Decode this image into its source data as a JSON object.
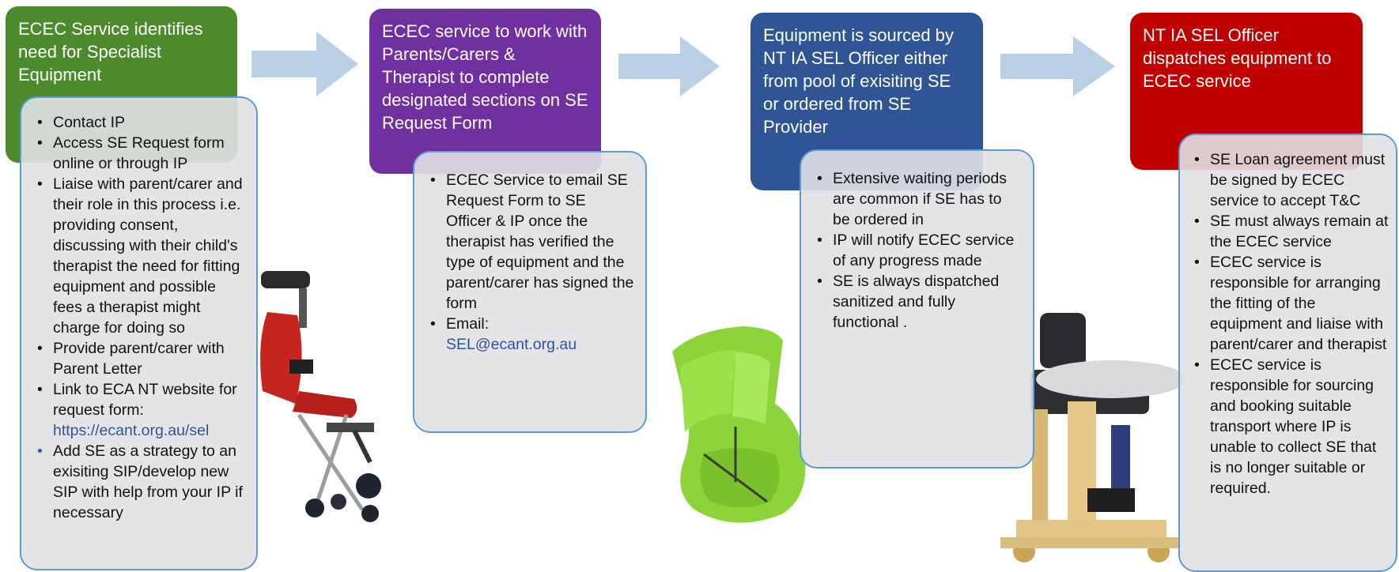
{
  "colors": {
    "step1": "#4c8a2c",
    "step2": "#7030a0",
    "step3": "#2f5597",
    "step4": "#c00000",
    "arrow": "#b9cfe6",
    "note_border": "#5b9bd5",
    "link": "#2f5496"
  },
  "steps": [
    {
      "title": "ECEC Service identifies need for Specialist Equipment",
      "bullets": [
        "Contact IP",
        "Access SE Request form online or through IP",
        "Liaise with parent/carer and their role in this process i.e. providing consent, discussing with their child's therapist the need for fitting equipment and possible fees a therapist might charge for doing so",
        "Provide parent/carer with Parent Letter",
        "Link to ECA NT website for request form:",
        "Add SE as a strategy to an exisiting SIP/develop new SIP with help from your IP if necessary"
      ],
      "link": "https://ecant.org.au/sel"
    },
    {
      "title": "ECEC service to work with Parents/Carers & Therapist to complete designated sections on SE Request Form",
      "bullets": [
        "ECEC Service to email SE Request Form to SE Officer & IP once the therapist has verified the type of equipment and the parent/carer has signed the form",
        "Email:"
      ],
      "email": "SEL@ecant.org.au"
    },
    {
      "title": "Equipment is sourced by NT IA SEL Officer either from pool of exisiting SE or ordered from SE Provider",
      "bullets": [
        "Extensive waiting periods are common if SE has to be ordered in",
        "IP will notify ECEC service of any progress made",
        "SE is always dispatched sanitized and fully functional ."
      ]
    },
    {
      "title": "NT IA SEL Officer dispatches equipment to ECEC service",
      "bullets": [
        "SE Loan agreement must be signed by ECEC service to accept T&C",
        "SE must always remain at the ECEC service",
        "ECEC service is responsible for arranging the fitting of the equipment and liaise with parent/carer and therapist",
        "ECEC service is responsible for sourcing and booking suitable transport where IP is unable to collect SE that is no longer suitable or required."
      ]
    }
  ],
  "pictures": [
    "wheelchair-icon",
    "seat-insert-icon",
    "stander-icon"
  ]
}
